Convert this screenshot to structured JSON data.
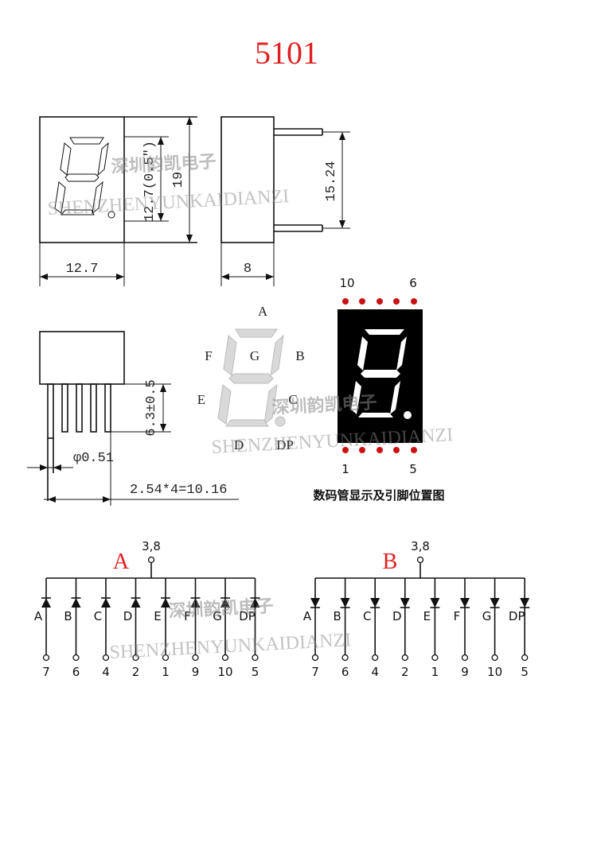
{
  "title": "5101",
  "title_color": "#e02020",
  "watermark": {
    "chinese": "深圳韵凯电子",
    "english": "SHENZHENYUNKAIDIANZI"
  },
  "front_view": {
    "width": "12.7",
    "height": "19",
    "digit_height": "12.7(0.5\")"
  },
  "side_view": {
    "depth": "8",
    "pin_span": "15.24"
  },
  "pin_view": {
    "standoff": "6.3±0.5",
    "pin_diameter": "φ0.51",
    "pin_pitch": "2.54*4=10.16"
  },
  "segment_labels": [
    "A",
    "F",
    "G",
    "B",
    "E",
    "C",
    "D",
    "DP"
  ],
  "display": {
    "top_pins": [
      "10",
      "6"
    ],
    "bottom_pins": [
      "1",
      "5"
    ],
    "caption": "数码管显示及引脚位置图",
    "dot_color": "#cc1111"
  },
  "circuits": [
    {
      "name": "A",
      "common": "3,8",
      "segments": [
        "A",
        "B",
        "C",
        "D",
        "E",
        "F",
        "G",
        "DP"
      ],
      "pins": [
        "7",
        "6",
        "4",
        "2",
        "1",
        "9",
        "10",
        "5"
      ]
    },
    {
      "name": "B",
      "common": "3,8",
      "segments": [
        "A",
        "B",
        "C",
        "D",
        "E",
        "F",
        "G",
        "DP"
      ],
      "pins": [
        "7",
        "6",
        "4",
        "2",
        "1",
        "9",
        "10",
        "5"
      ]
    }
  ]
}
